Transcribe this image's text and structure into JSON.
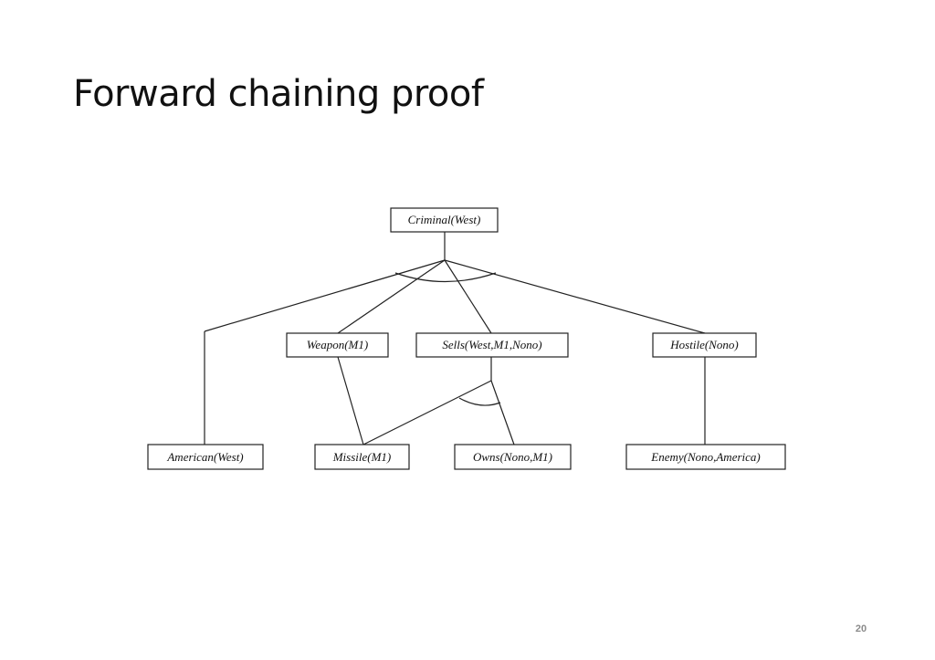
{
  "slide": {
    "title": "Forward chaining proof",
    "page_number": "20"
  },
  "diagram": {
    "nodes": {
      "criminal": "Criminal(West)",
      "weapon": "Weapon(M1)",
      "sells": "Sells(West,M1,Nono)",
      "hostile": "Hostile(Nono)",
      "american": "American(West)",
      "missile": "Missile(M1)",
      "owns": "Owns(Nono,M1)",
      "enemy": "Enemy(Nono,America)"
    }
  }
}
